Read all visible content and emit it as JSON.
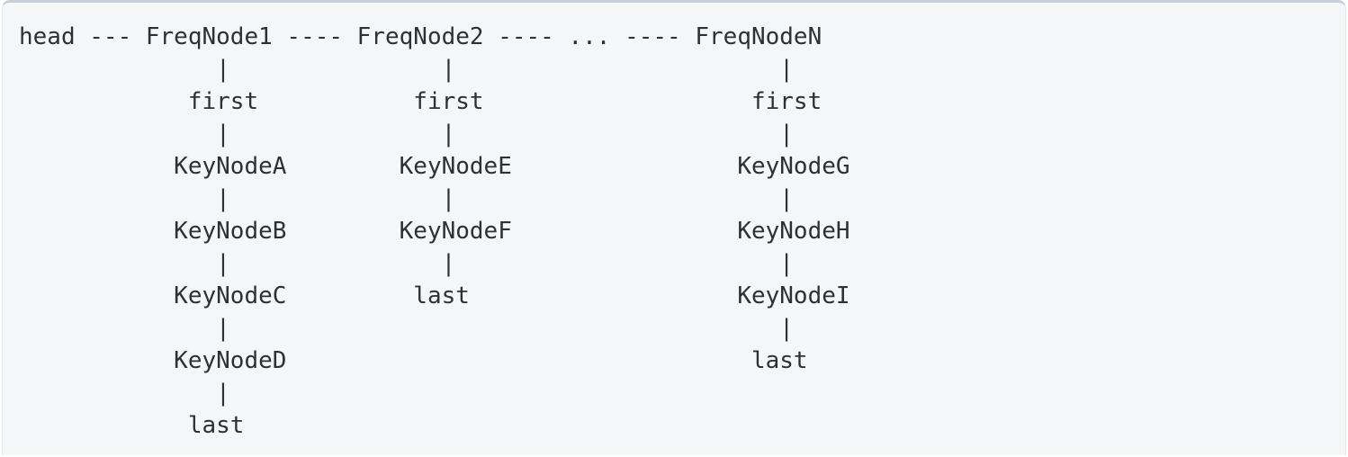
{
  "colors": {
    "background": "#f5f6f7",
    "border": "#c9ced6",
    "text": "#2d3136",
    "page": "#ffffff"
  },
  "diagram": {
    "lines": [
      "head --- FreqNode1 ---- FreqNode2 ---- ... ---- FreqNodeN",
      "              |               |                       |",
      "            first           first                   first",
      "              |               |                       |",
      "           KeyNodeA        KeyNodeE                KeyNodeG",
      "              |               |                       |",
      "           KeyNodeB        KeyNodeF                KeyNodeH",
      "              |               |                       |",
      "           KeyNodeC         last                   KeyNodeI",
      "              |                                       |",
      "           KeyNodeD                                 last",
      "              |",
      "            last"
    ],
    "head_label": "head",
    "ellipsis": "...",
    "freq_nodes": [
      "FreqNode1",
      "FreqNode2",
      "...",
      "FreqNodeN"
    ],
    "freq_lists": [
      {
        "freq_node": "FreqNode1",
        "chain": [
          "first",
          "KeyNodeA",
          "KeyNodeB",
          "KeyNodeC",
          "KeyNodeD",
          "last"
        ]
      },
      {
        "freq_node": "FreqNode2",
        "chain": [
          "first",
          "KeyNodeE",
          "KeyNodeF",
          "last"
        ]
      },
      {
        "freq_node": "FreqNodeN",
        "chain": [
          "first",
          "KeyNodeG",
          "KeyNodeH",
          "KeyNodeI",
          "last"
        ]
      }
    ]
  }
}
